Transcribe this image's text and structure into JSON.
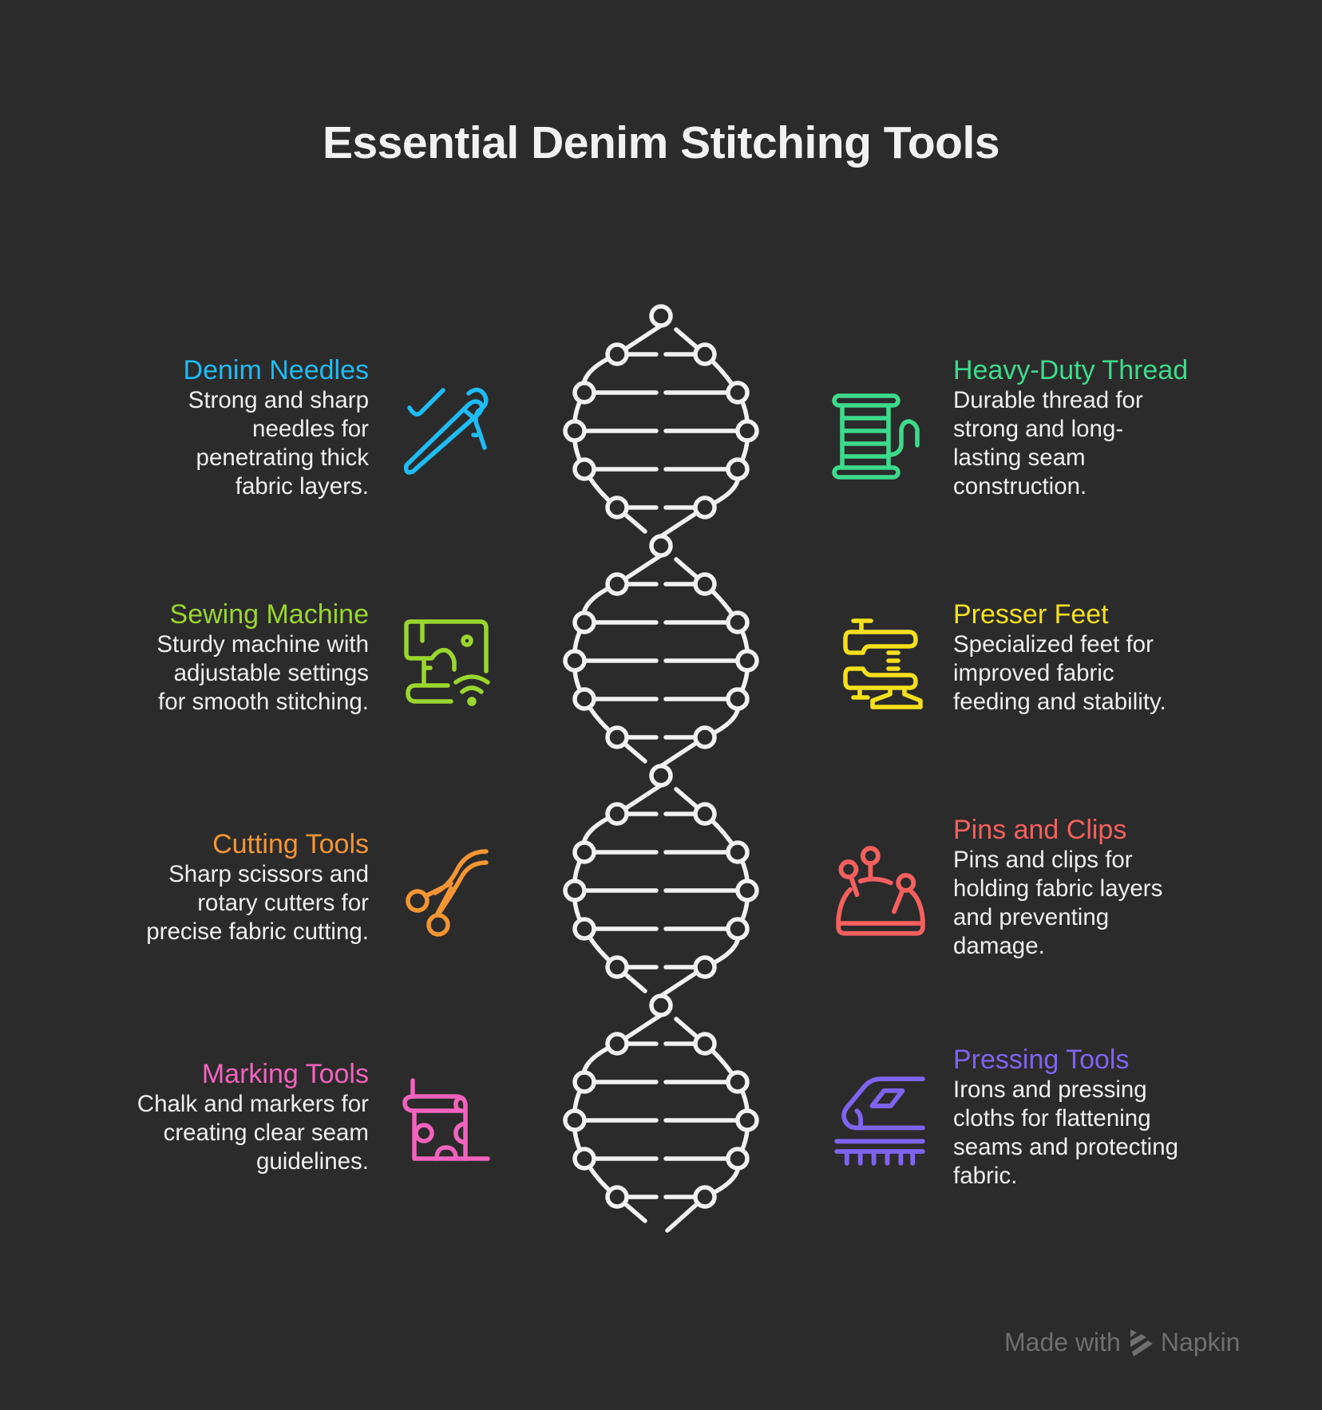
{
  "title": "Essential Denim Stitching Tools",
  "colors": {
    "background": "#2b2b2b",
    "dna": "#f2f2f2",
    "text": "#f0f0f0",
    "footer": "#6f6f6f"
  },
  "items": [
    {
      "side": "left",
      "title": "Denim Needles",
      "color": "#1ebcf5",
      "icon": "needle-thread-icon",
      "lines": [
        "Strong and sharp",
        "needles for",
        "penetrating thick",
        "fabric layers."
      ]
    },
    {
      "side": "right",
      "title": "Heavy-Duty Thread",
      "color": "#3ddb8c",
      "icon": "thread-spool-icon",
      "lines": [
        "Durable thread for",
        "strong and long-",
        "lasting seam",
        "construction."
      ]
    },
    {
      "side": "left",
      "title": "Sewing Machine",
      "color": "#9ad62d",
      "icon": "sewing-machine-icon",
      "lines": [
        "Sturdy machine with",
        "adjustable settings",
        "for smooth stitching."
      ]
    },
    {
      "side": "right",
      "title": "Presser Feet",
      "color": "#f7e01b",
      "icon": "presser-foot-icon",
      "lines": [
        "Specialized feet for",
        "improved fabric",
        "feeding and stability."
      ]
    },
    {
      "side": "left",
      "title": "Cutting Tools",
      "color": "#f59633",
      "icon": "scissors-icon",
      "lines": [
        "Sharp scissors and",
        "rotary cutters for",
        "precise fabric cutting."
      ]
    },
    {
      "side": "right",
      "title": "Pins and Clips",
      "color": "#f5605e",
      "icon": "pincushion-icon",
      "lines": [
        "Pins and clips for",
        "holding fabric layers",
        "and preventing",
        "damage."
      ]
    },
    {
      "side": "left",
      "title": "Marking Tools",
      "color": "#f263bd",
      "icon": "chalk-marker-icon",
      "lines": [
        "Chalk and markers for",
        "creating clear seam",
        "guidelines."
      ]
    },
    {
      "side": "right",
      "title": "Pressing Tools",
      "color": "#7f63f0",
      "icon": "iron-icon",
      "lines": [
        "Irons and pressing",
        "cloths for flattening",
        "seams and protecting",
        "fabric."
      ]
    }
  ],
  "footer": {
    "made_with": "Made with",
    "brand": "Napkin"
  }
}
